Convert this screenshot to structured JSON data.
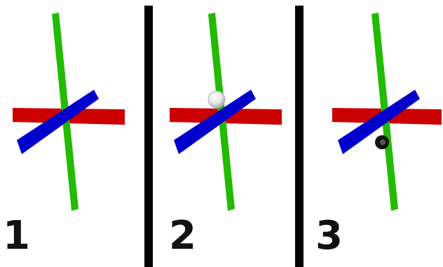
{
  "figure": {
    "background": "#ffffff",
    "divider_color": "#000000",
    "axis_colors": {
      "x_axis": "#cc0000",
      "y_axis": "#22bb00",
      "z_axis": "#0000cc"
    },
    "panels": [
      {
        "label": "1",
        "marker": "none"
      },
      {
        "label": "2",
        "marker": "white-sphere"
      },
      {
        "label": "3",
        "marker": "black-ring"
      }
    ]
  }
}
